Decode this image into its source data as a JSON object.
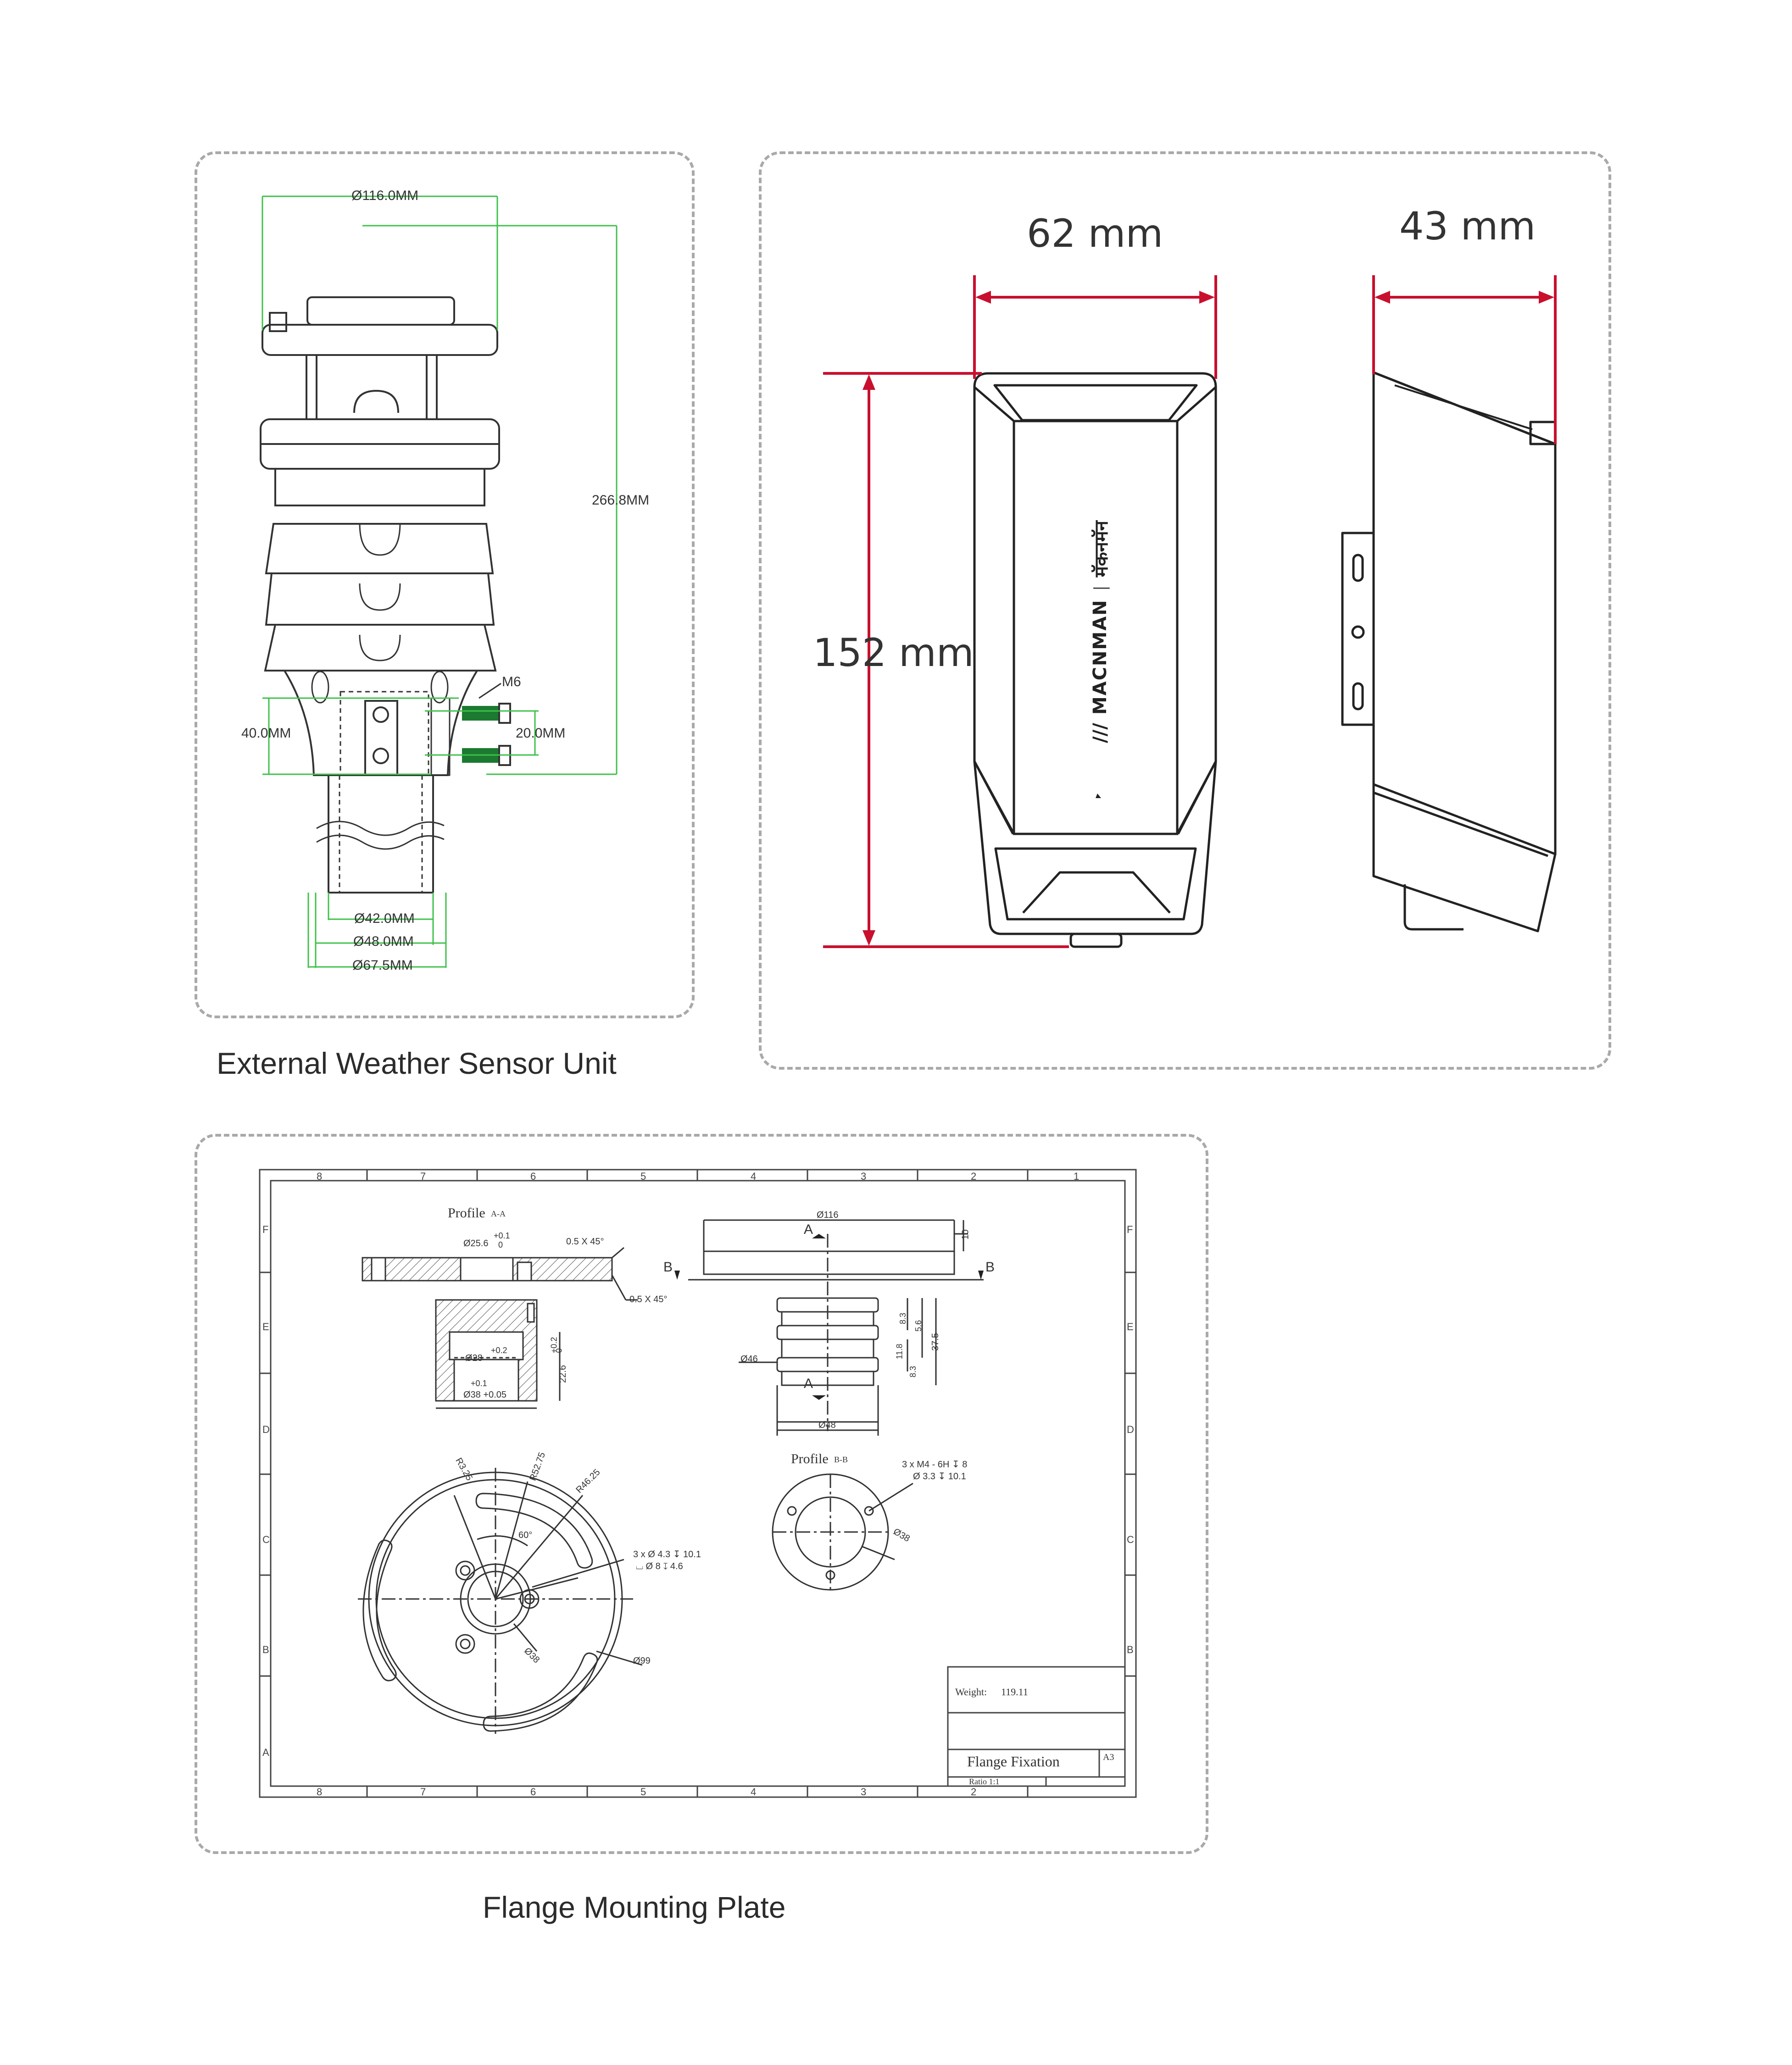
{
  "captions": {
    "sensor": "External Weather Sensor Unit",
    "flange": "Flange Mounting Plate"
  },
  "sensor_dims": {
    "top_dia": "Ø116.0MM",
    "height": "266.8MM",
    "bolt": "M6",
    "bracket_h": "40.0MM",
    "bolt_gap": "20.0MM",
    "d42": "Ø42.0MM",
    "d48": "Ø48.0MM",
    "d675": "Ø67.5MM"
  },
  "enclosure": {
    "width": "62 mm",
    "depth": "43 mm",
    "height": "152 mm",
    "brand": "MACNMAN",
    "brand_local": "मॅकनमॅन",
    "accent": "#c8102e"
  },
  "drawing": {
    "cols": [
      "8",
      "7",
      "6",
      "5",
      "4",
      "3",
      "2",
      "1"
    ],
    "rows": [
      "F",
      "E",
      "D",
      "C",
      "B",
      "A"
    ],
    "profile_aa": "Profile",
    "profile_aa_tag": "A-A",
    "profile_bb": "Profile",
    "profile_bb_tag": "B-B",
    "d256": "Ø25.6",
    "tol_01": "+0.1",
    "tol_0": "0",
    "chamfer1": "0.5 X 45°",
    "chamfer2": "0.5 X 45°",
    "d28": "Ø28",
    "tol_02": "+0.2",
    "tol_02b": "+0.2",
    "tol_0b": "0",
    "d38t": "Ø38 +0.05",
    "tol_01b": "+0.1",
    "h226": "22.6",
    "d116": "Ø116",
    "h10": "10",
    "sec_a": "A",
    "sec_a2": "A",
    "sec_b": "B",
    "sec_b2": "B",
    "d46": "Ø46",
    "d48": "Ø48",
    "h83": "8.3",
    "h56": "5.6",
    "h375": "37.5",
    "h118": "11.8",
    "h83b": "8.3",
    "r325": "R3.25",
    "r5275": "R52.75",
    "r4625": "R46.25",
    "a60": "60°",
    "holes1": "3 x Ø 4.3 ↧ 10.1",
    "holes2": "⌴ Ø 8 ↧ 4.6",
    "d38a": "Ø38",
    "d99": "Ø99",
    "thread1": "3 x M4 - 6H ↧ 8",
    "thread2": "Ø 3.3 ↧ 10.1",
    "d38b": "Ø38",
    "weight_label": "Weight:",
    "weight_value": "119.11",
    "part_name": "Flange Fixation",
    "sheet": "A3",
    "ratio": "Ratio 1:1"
  }
}
